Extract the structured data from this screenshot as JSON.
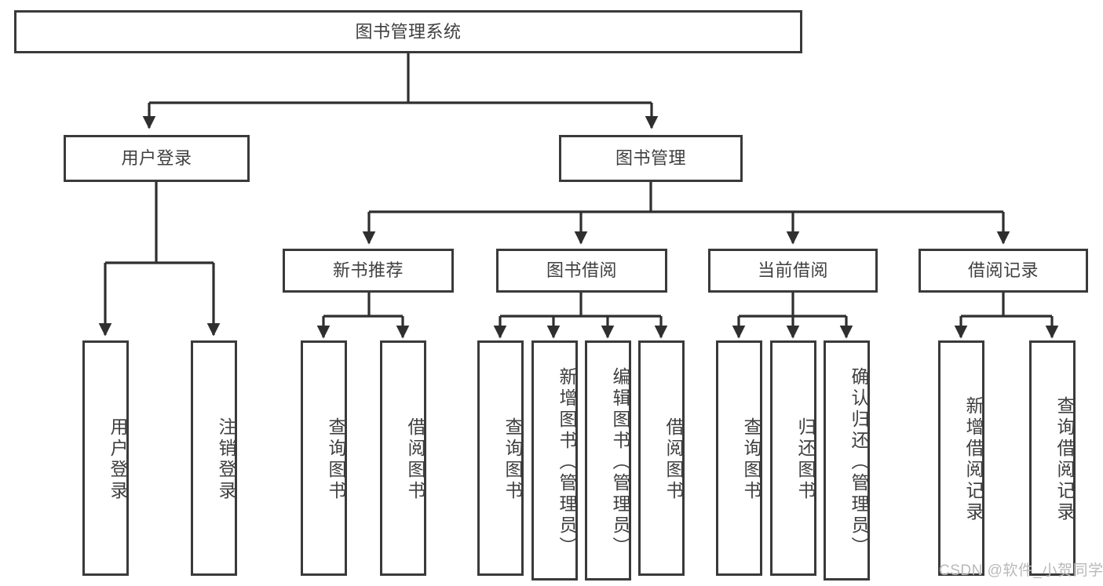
{
  "diagram": {
    "type": "tree-hierarchy-flowchart",
    "title": "图书管理系统",
    "watermark": "CSDN @软件_小贺同学",
    "colors": {
      "box_border": "#3a3a3a",
      "box_fill": "#ffffff",
      "text": "#3f3f3f",
      "edge": "#2f2f2f",
      "watermark": "#b9b9b9",
      "background": "#ffffff"
    },
    "root": {
      "label": "图书管理系统"
    },
    "level2": [
      {
        "label": "用户登录"
      },
      {
        "label": "图书管理"
      }
    ],
    "level3": [
      {
        "label": "新书推荐"
      },
      {
        "label": "图书借阅"
      },
      {
        "label": "当前借阅"
      },
      {
        "label": "借阅记录"
      }
    ],
    "leaves": {
      "user_login": [
        {
          "label": "用户登录"
        },
        {
          "label": "注销登录"
        }
      ],
      "new_book_recommend": [
        {
          "label": "查询图书"
        },
        {
          "label": "借阅图书"
        }
      ],
      "book_borrow": [
        {
          "label": "查询图书"
        },
        {
          "label": "新增图书（管理员）"
        },
        {
          "label": "编辑图书（管理员）"
        },
        {
          "label": "借阅图书"
        }
      ],
      "current_borrow": [
        {
          "label": "查询图书"
        },
        {
          "label": "归还图书"
        },
        {
          "label": "确认归还（管理员）"
        }
      ],
      "borrow_records": [
        {
          "label": "新增借阅记录"
        },
        {
          "label": "查询借阅记录"
        }
      ]
    }
  }
}
